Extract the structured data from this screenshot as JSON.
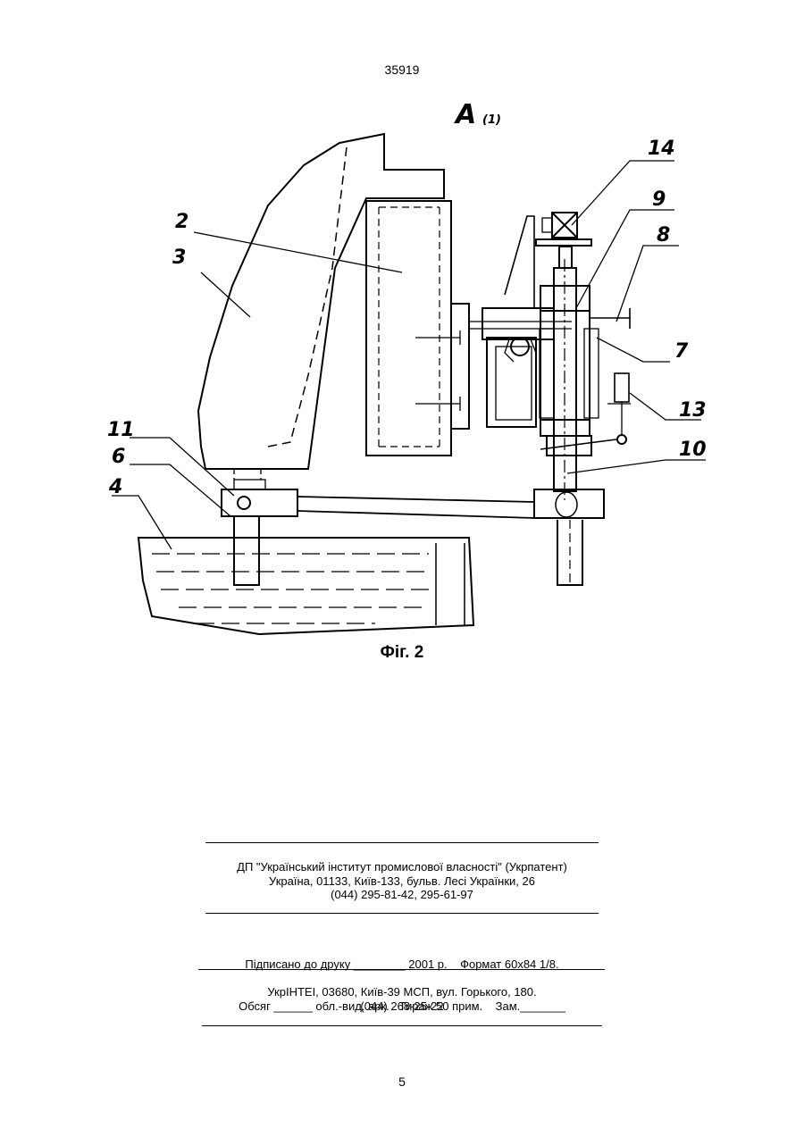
{
  "header": {
    "patent_number": "35919"
  },
  "figure": {
    "view_label": "A",
    "view_sub": "(1)",
    "caption": "Фіг. 2",
    "callouts": [
      "2",
      "3",
      "14",
      "9",
      "8",
      "7",
      "13",
      "10",
      "11",
      "6",
      "4"
    ]
  },
  "imprint": {
    "publisher": [
      "ДП \"Український інститут промислової власності\" (Укрпатент)",
      "Україна, 01133, Київ-133, бульв. Лесі Українки, 26",
      "(044) 295-81-42, 295-61-97"
    ],
    "print_info": [
      "Підписано до друку ________ 2001 р.    Формат 60х84 1/8.",
      "Обсяг ______ обл.-вид. арк.   Тираж 50 прим.    Зам._______"
    ],
    "printer": [
      "УкрІНТЕІ, 03680, Київ-39 МСП, вул. Горького, 180.",
      "(044) 268-25-22"
    ]
  },
  "footer": {
    "page_number": "5"
  }
}
